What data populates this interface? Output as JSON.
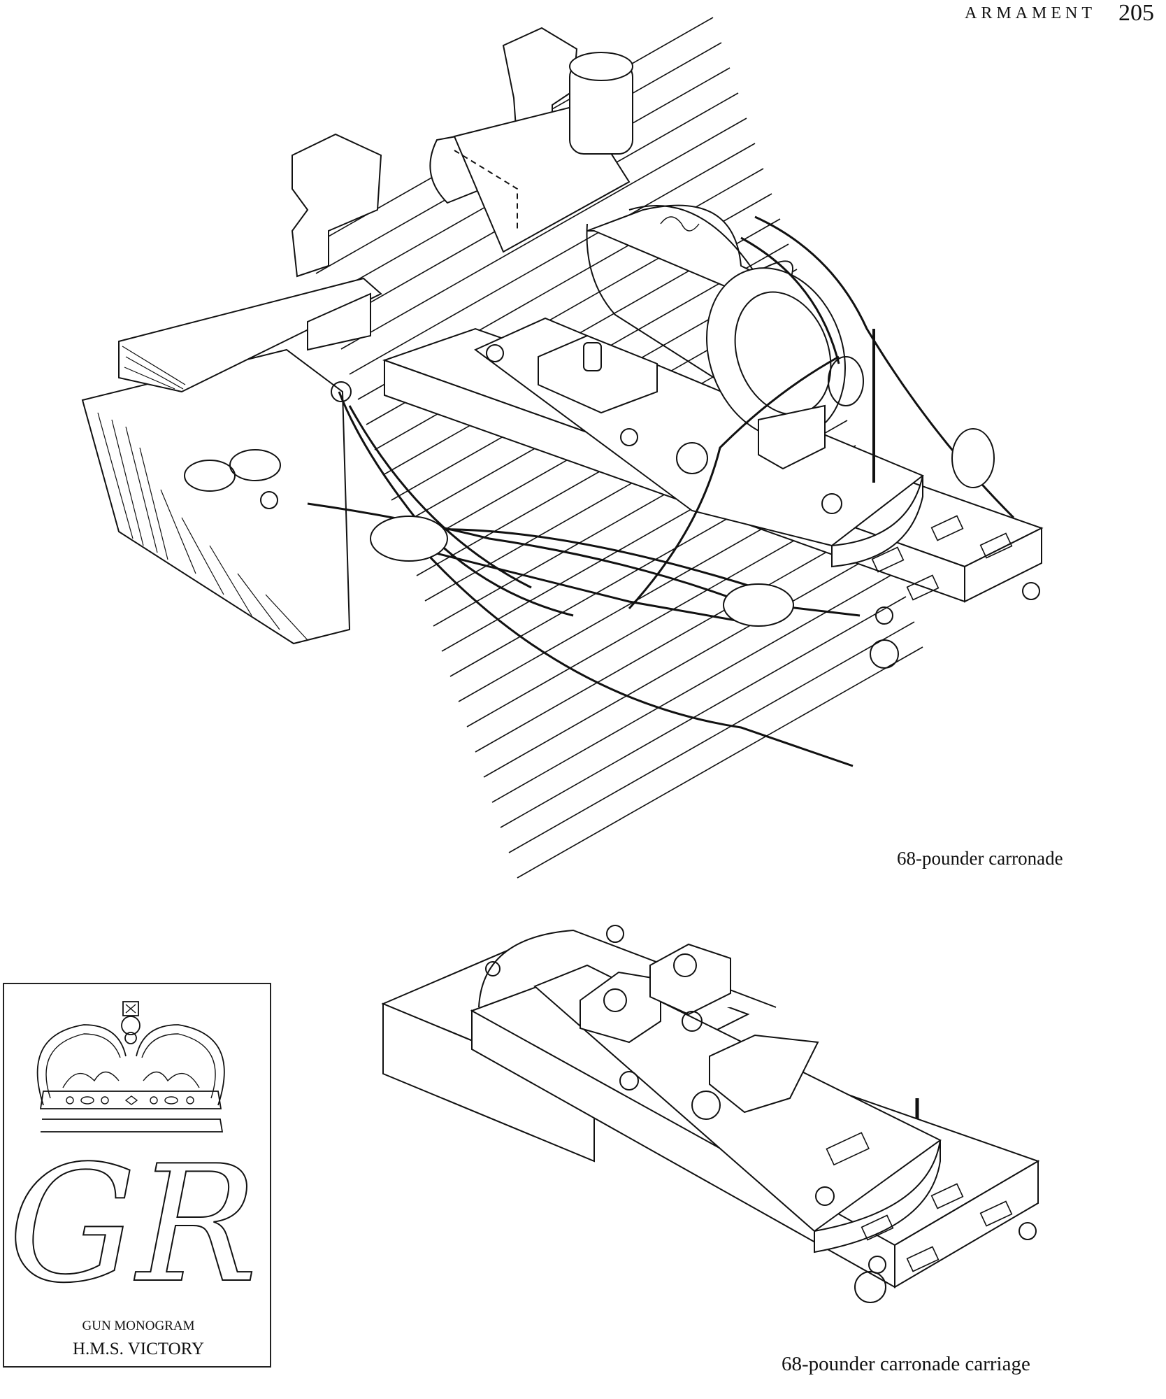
{
  "header": {
    "running_head": "ARMAMENT",
    "page_number": "205"
  },
  "figures": [
    {
      "caption": "68-pounder carronade"
    },
    {
      "caption": "68-pounder carronade carriage"
    }
  ],
  "monogram": {
    "letters": "GR",
    "line1": "GUN MONOGRAM",
    "line2": "H.M.S. VICTORY"
  },
  "colors": {
    "ink": "#111111",
    "paper": "#ffffff"
  }
}
